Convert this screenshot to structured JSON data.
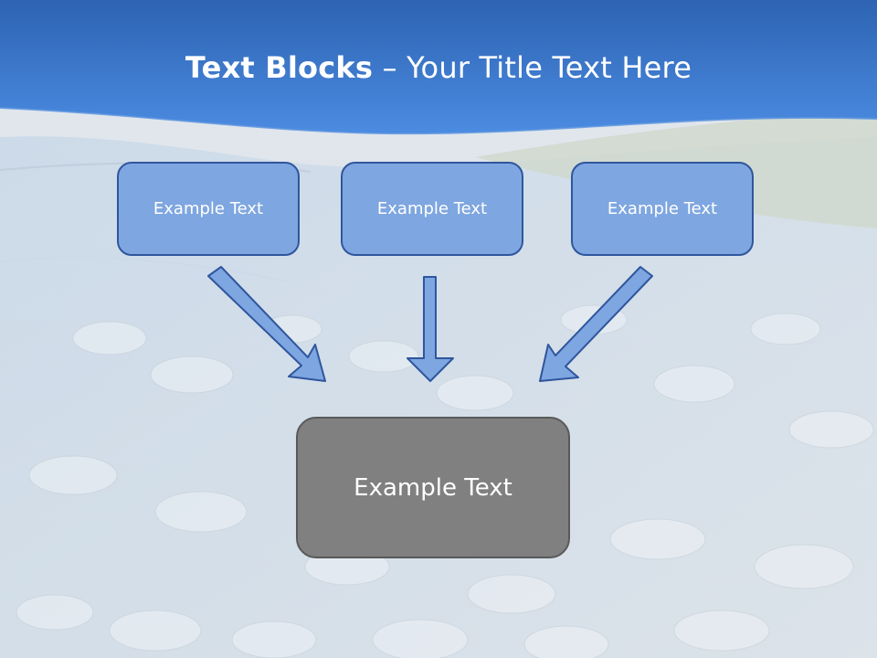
{
  "slide": {
    "title_bold": "Text Blocks",
    "title_separator": "–",
    "title_text": "Your Title Text Here"
  },
  "blocks": [
    {
      "label": "Example Text"
    },
    {
      "label": "Example Text"
    },
    {
      "label": "Example Text"
    }
  ],
  "target": {
    "label": "Example Text"
  },
  "colors": {
    "header_blue": "#2f6fcf",
    "header_dark_blue": "#244f9d",
    "small_block_fill": "#7ea6e0",
    "small_block_border": "#2f569d",
    "arrow_fill": "#7ea6e0",
    "arrow_border": "#2f569d",
    "large_block_fill": "#808080",
    "large_block_border": "#595959"
  }
}
